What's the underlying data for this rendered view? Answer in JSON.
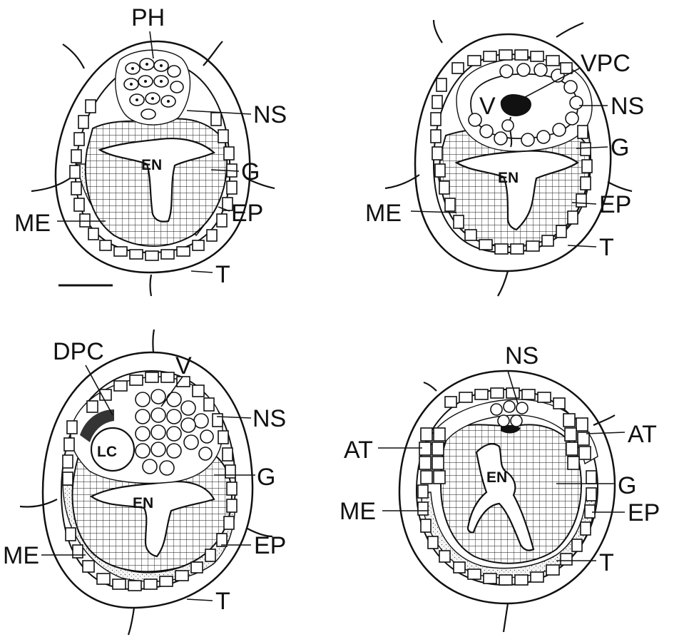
{
  "figure": {
    "panels": [
      {
        "id": "A",
        "labels": {
          "PH": "PH",
          "NS": "NS",
          "EN": "EN",
          "G": "G",
          "EP": "EP",
          "ME": "ME",
          "T": "T"
        }
      },
      {
        "id": "B",
        "labels": {
          "VPC": "VPC",
          "V": "V",
          "NS": "NS",
          "G": "G",
          "EN": "EN",
          "EP": "EP",
          "ME": "ME",
          "T": "T"
        }
      },
      {
        "id": "C",
        "labels": {
          "DPC": "DPC",
          "V": "V",
          "NS": "NS",
          "LC": "LC",
          "G": "G",
          "EN": "EN",
          "ME": "ME",
          "EP": "EP",
          "T": "T"
        }
      },
      {
        "id": "D",
        "labels": {
          "NS": "NS",
          "AT_left": "AT",
          "AT_right": "AT",
          "EN": "EN",
          "G": "G",
          "ME": "ME",
          "EP": "EP",
          "T": "T"
        }
      }
    ],
    "scale_bar_present": true
  },
  "colors": {
    "ink": "#111111",
    "paper": "#ffffff"
  }
}
